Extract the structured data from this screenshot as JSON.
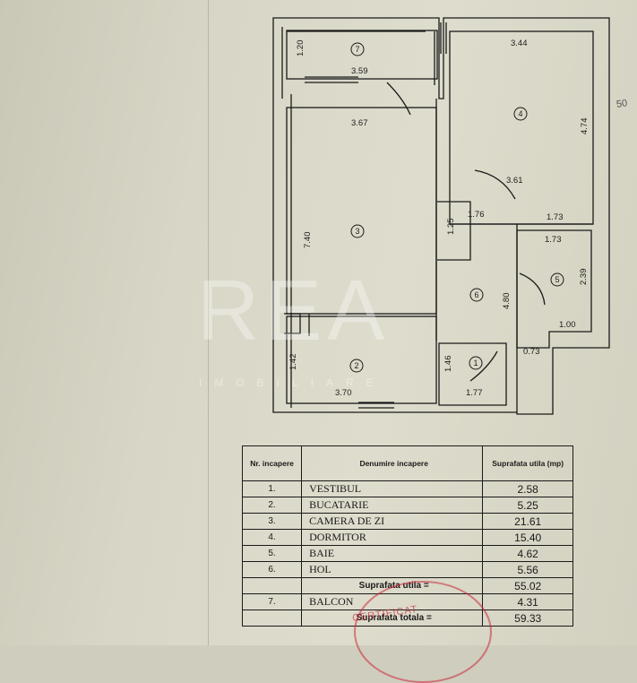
{
  "plan": {
    "room_numbers": [
      "1",
      "2",
      "3",
      "4",
      "5",
      "6",
      "7"
    ],
    "dims": {
      "balcony_h": "1.20",
      "balcony_w": "3.59",
      "room3_top": "3.67",
      "room3_h": "7.40",
      "room4_top": "3.44",
      "room4_h": "4.74",
      "room4_bottom_left": "3.61",
      "room4_bottom_right": "1.73",
      "hall_w": "1.76",
      "hall_h": "1.25",
      "bath_top": "1.73",
      "bath_h": "2.39",
      "bath_bottom": "1.00",
      "bath_corner": "0.73",
      "hol_h": "4.80",
      "kitchen_h": "1.42",
      "kitchen_w": "3.70",
      "vestibul_h": "1.46",
      "vestibul_w": "1.77"
    },
    "side_note": "50"
  },
  "watermark": {
    "main": "REA",
    "sub": "IMOBILIARE"
  },
  "table": {
    "headers": {
      "nr": "Nr. incapere",
      "name": "Denumire incapere",
      "area": "Suprafata utila (mp)"
    },
    "rows": [
      {
        "nr": "1.",
        "name": "VESTIBUL",
        "area": "2.58"
      },
      {
        "nr": "2.",
        "name": "BUCATARIE",
        "area": "5.25"
      },
      {
        "nr": "3.",
        "name": "CAMERA DE ZI",
        "area": "21.61"
      },
      {
        "nr": "4.",
        "name": "DORMITOR",
        "area": "15.40"
      },
      {
        "nr": "5.",
        "name": "BAIE",
        "area": "4.62"
      },
      {
        "nr": "6.",
        "name": "HOL",
        "area": "5.56"
      }
    ],
    "util_label": "Suprafata utila =",
    "util_value": "55.02",
    "balcony": {
      "nr": "7.",
      "name": "BALCON",
      "area": "4.31"
    },
    "total_label": "Suprafata totala =",
    "total_value": "59.33"
  },
  "stamp": {
    "text": "CERTIFICAT"
  }
}
